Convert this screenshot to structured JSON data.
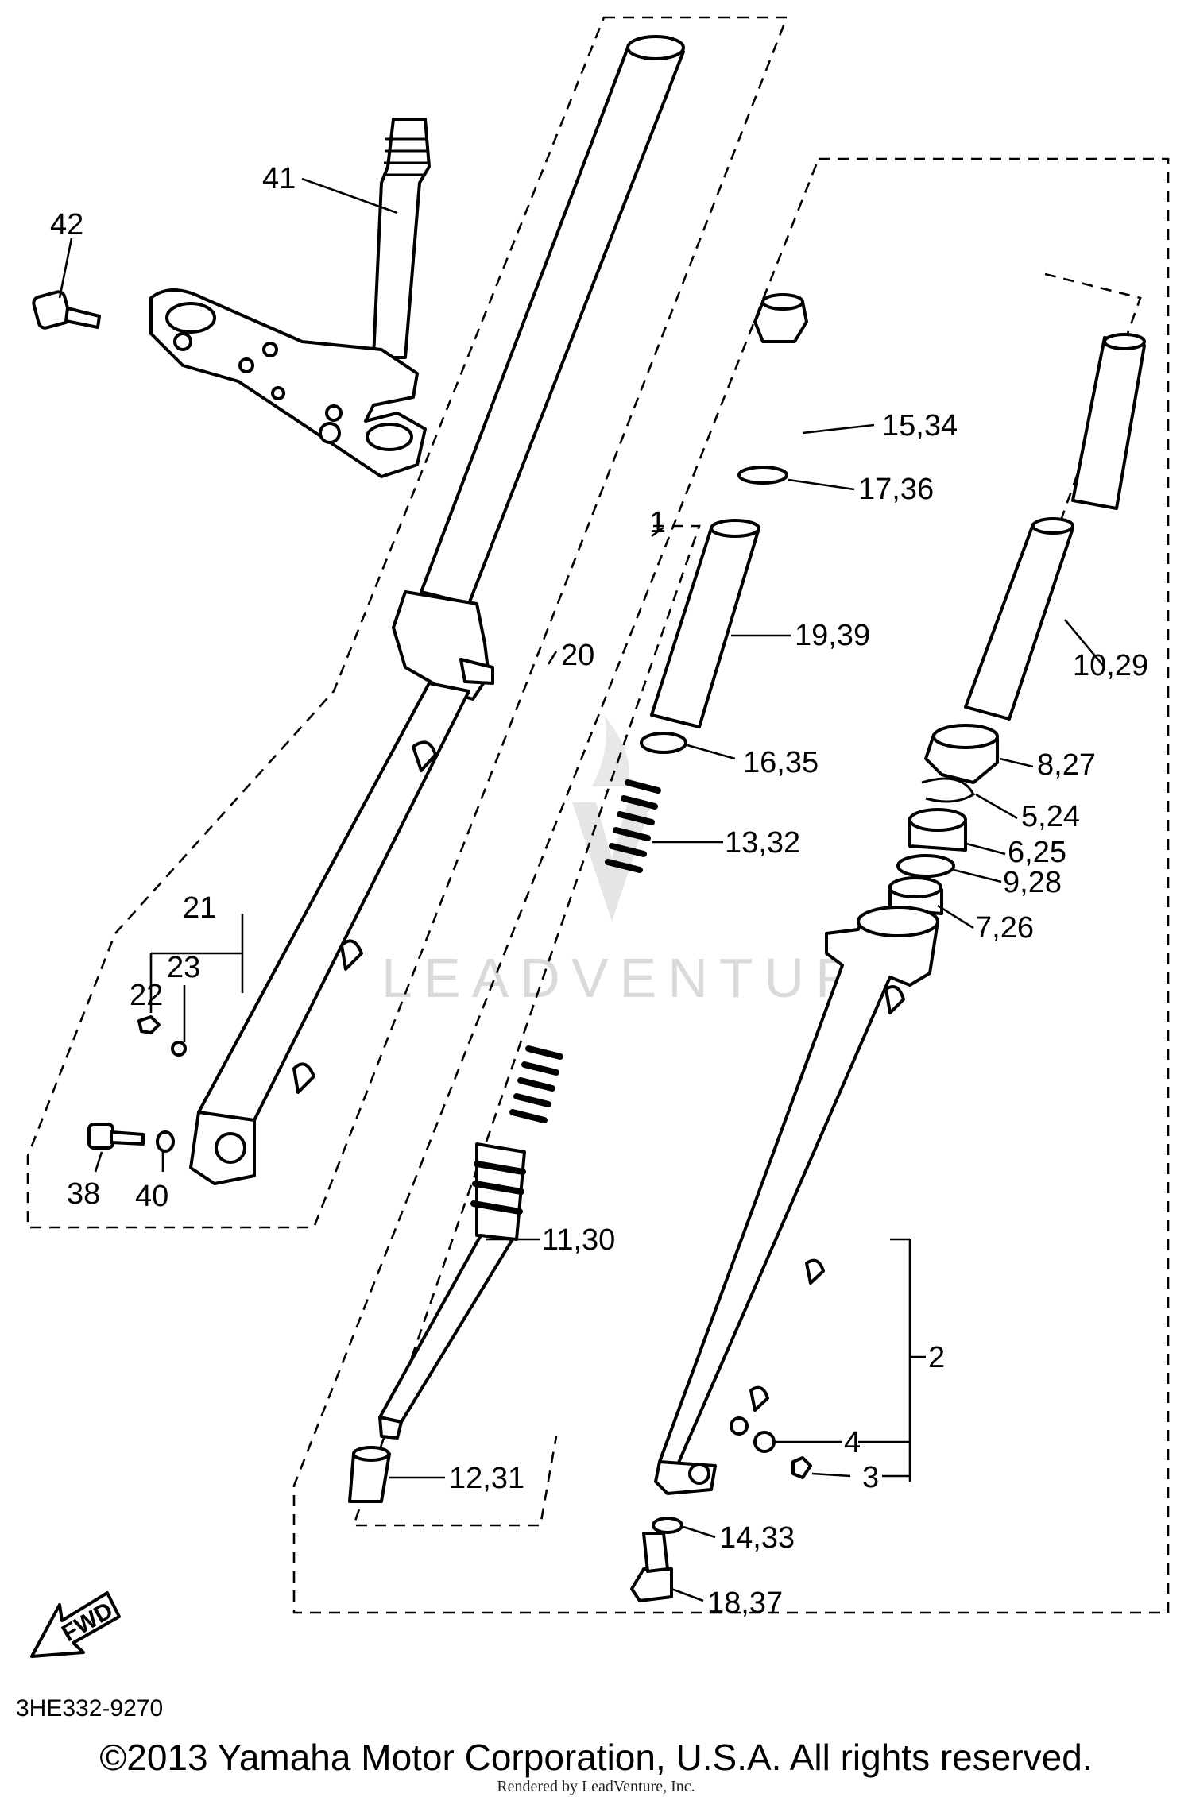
{
  "diagram": {
    "drawing_code": "3HE332-9270",
    "watermark": "LEADVENTURE",
    "fwd_label": "FWD",
    "copyright": "©2013 Yamaha Motor Corporation, U.S.A. All rights reserved.",
    "rendered_by": "Rendered by LeadVenture, Inc.",
    "callouts": {
      "p41": "41",
      "p42": "42",
      "p20": "20",
      "p21": "21",
      "p22": "22",
      "p23": "23",
      "p38": "38",
      "p40": "40",
      "p1": "1",
      "p15": "15,34",
      "p17": "17,36",
      "p19": "19,39",
      "p16": "16,35",
      "p13": "13,32",
      "p11": "11,30",
      "p12": "12,31",
      "p10": "10,29",
      "p8": "8,27",
      "p5": "5,24",
      "p6": "6,25",
      "p9": "9,28",
      "p7": "7,26",
      "p2": "2",
      "p4": "4",
      "p3": "3",
      "p14": "14,33",
      "p18": "18,37"
    }
  }
}
